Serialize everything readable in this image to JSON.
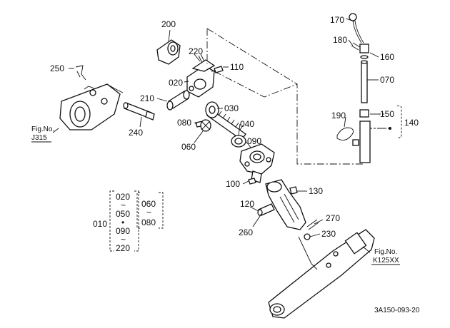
{
  "labels": {
    "p200": "200",
    "p220": "220",
    "p110": "110",
    "p020": "020",
    "p250": "250",
    "p210": "210",
    "p030": "030",
    "p080": "080",
    "p040": "040",
    "p060": "060",
    "p090": "090",
    "p240": "240",
    "p100": "100",
    "p130": "130",
    "p120": "120",
    "p270": "270",
    "p260": "260",
    "p230": "230",
    "p170": "170",
    "p180": "180",
    "p160": "160",
    "p070": "070",
    "p190": "190",
    "p150": "150",
    "p140": "140"
  },
  "figrefs": {
    "left_fig": "Fig.No.",
    "left_num": "J315",
    "right_fig": "Fig.No.",
    "right_num": "K125XX"
  },
  "legend": {
    "main": "010",
    "col1": [
      "020",
      "~",
      "050",
      "•",
      "090",
      "~",
      "220"
    ],
    "col2": [
      "060",
      "~",
      "080"
    ]
  },
  "footer": {
    "code": "3A150-093-20"
  }
}
